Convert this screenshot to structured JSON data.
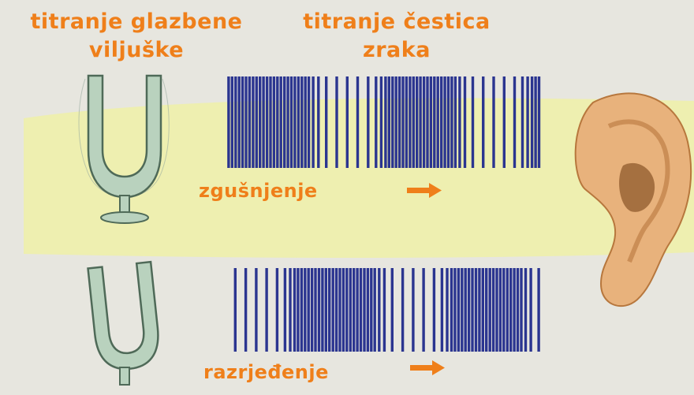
{
  "labels": {
    "tuning_fork_line1": "titranje glazbene",
    "tuning_fork_line2": "viljuške",
    "air_line1": "titranje čestica",
    "air_line2": "zraka",
    "compression": "zgušnjenje",
    "rarefaction": "razrjeđenje"
  },
  "icons": {
    "fork": "tuning-fork-icon",
    "ear": "ear-icon",
    "arrow": "arrow-right-icon"
  },
  "colors": {
    "label": "#ef7f1a",
    "bars": "#2b3590",
    "fork": "#b9d2be",
    "highlight": "#eef0a8",
    "ear": "#e8b27c"
  },
  "wave_top_density": [
    3,
    3,
    3,
    3,
    3,
    3,
    3,
    3,
    2,
    1,
    1,
    1,
    1,
    1,
    2,
    3,
    3,
    3,
    3,
    3,
    3,
    3,
    2,
    1,
    1,
    1,
    1,
    1,
    2,
    3
  ],
  "wave_bottom_density": [
    1,
    1,
    1,
    1,
    1,
    2,
    3,
    3,
    3,
    3,
    3,
    3,
    3,
    3,
    2,
    1,
    1,
    1,
    1,
    1,
    2,
    3,
    3,
    3,
    3,
    3,
    3,
    3,
    2,
    1
  ]
}
